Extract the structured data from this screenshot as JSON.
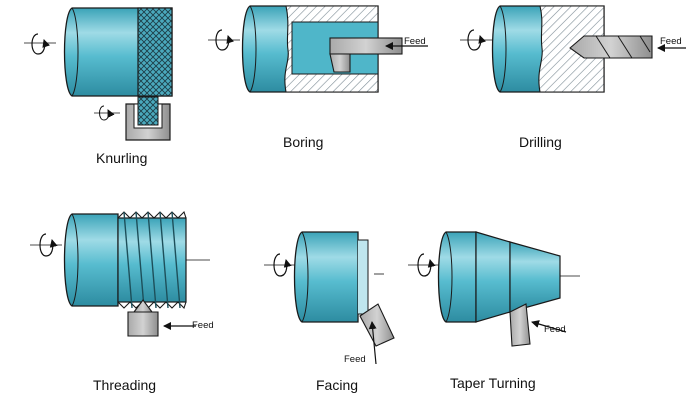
{
  "colors": {
    "workpiece": "#4fb6c9",
    "workpiece_light": "#9fdbe6",
    "workpiece_dark": "#2f8ea2",
    "outline": "#1a1a1a",
    "tool": "#8c8c8c",
    "tool_light": "#c4c4c4",
    "hatch": "#7a8a93",
    "background": "#ffffff"
  },
  "operations": {
    "knurling": {
      "label": "Knurling"
    },
    "boring": {
      "label": "Boring",
      "feed": "Feed"
    },
    "drilling": {
      "label": "Drilling",
      "feed": "Feed"
    },
    "threading": {
      "label": "Threading",
      "feed": "Feed"
    },
    "facing": {
      "label": "Facing",
      "feed": "Feed"
    },
    "taper": {
      "label": "Taper Turning",
      "feed": "Feed"
    }
  }
}
